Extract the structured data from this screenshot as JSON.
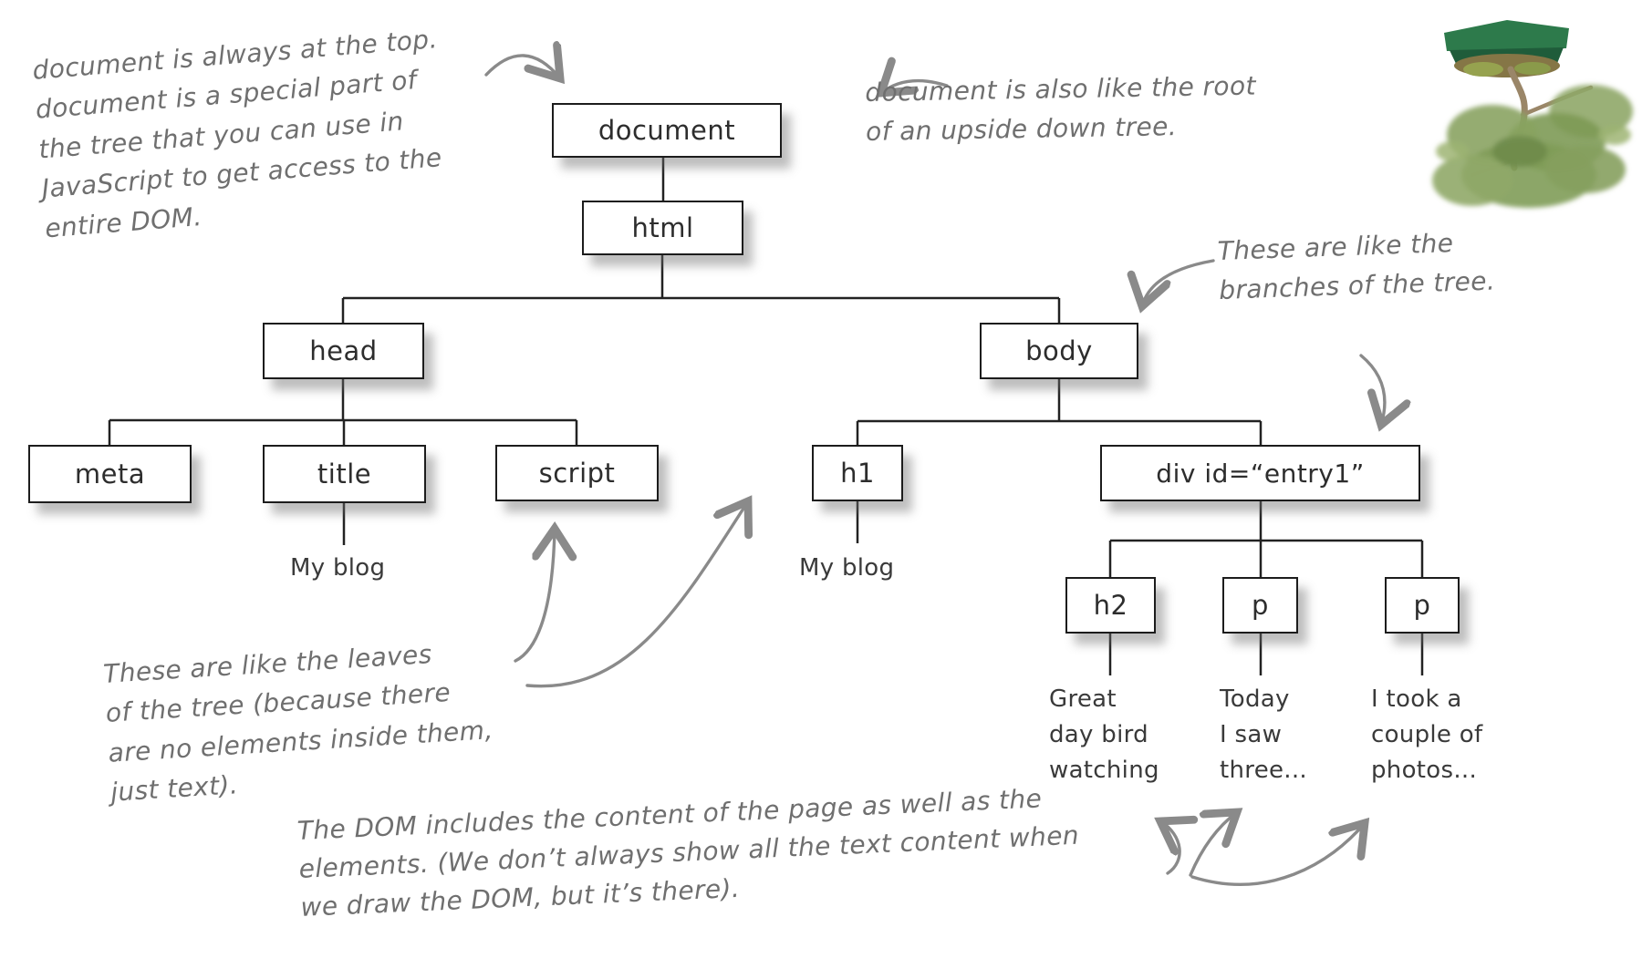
{
  "figure": {
    "description": "Hand-drawn DOM tree diagram: document at the top, branching into html, head/body, and leaf text nodes, with an upside-down bonsai tree photo."
  },
  "nodes": [
    {
      "id": "document",
      "label": "document"
    },
    {
      "id": "html",
      "label": "html"
    },
    {
      "id": "head",
      "label": "head"
    },
    {
      "id": "body",
      "label": "body"
    },
    {
      "id": "meta",
      "label": "meta"
    },
    {
      "id": "title",
      "label": "title"
    },
    {
      "id": "script",
      "label": "script"
    },
    {
      "id": "h1",
      "label": "h1"
    },
    {
      "id": "div-entry1",
      "label": "div id=“entry1”"
    },
    {
      "id": "h2",
      "label": "h2"
    },
    {
      "id": "p-first",
      "label": "p"
    },
    {
      "id": "p-second",
      "label": "p"
    }
  ],
  "text_leaves": [
    {
      "parent": "title",
      "label": "My blog"
    },
    {
      "parent": "h1",
      "label": "My blog"
    },
    {
      "parent": "h2",
      "label": "Great\nday bird\nwatching"
    },
    {
      "parent": "p-first",
      "label": "Today\nI saw\nthree..."
    },
    {
      "parent": "p-second",
      "label": "I took a\ncouple of\nphotos..."
    }
  ],
  "annotations": [
    {
      "id": "document-top",
      "text": "document is always at the top.\ndocument is a special part of\nthe tree that you can use in\nJavaScript to get access to the\nentire DOM."
    },
    {
      "id": "upside-down-root",
      "text": "document is also like the root\nof an upside down tree."
    },
    {
      "id": "branches",
      "text": "These are like the\nbranches of the tree."
    },
    {
      "id": "leaves",
      "text": "These are like the leaves\nof the tree (because there\nare no elements inside them,\njust text)."
    },
    {
      "id": "dom-content",
      "text": "The DOM includes the content of the page as well as the\nelements. (We don’t always show all the text content when\nwe draw the DOM, but it’s there)."
    }
  ],
  "colors": {
    "background": "#ffffff",
    "box_border": "#1c1c1c",
    "box_fill": "#ffffff",
    "box_text": "#2d2d2d",
    "connector": "#222222",
    "annotation_text": "#6f6f6f",
    "arrow": "#8a8a8a",
    "pot_green": "#2d7a4b",
    "foliage_green": "#829c57",
    "trunk_brown": "#9a8668"
  }
}
